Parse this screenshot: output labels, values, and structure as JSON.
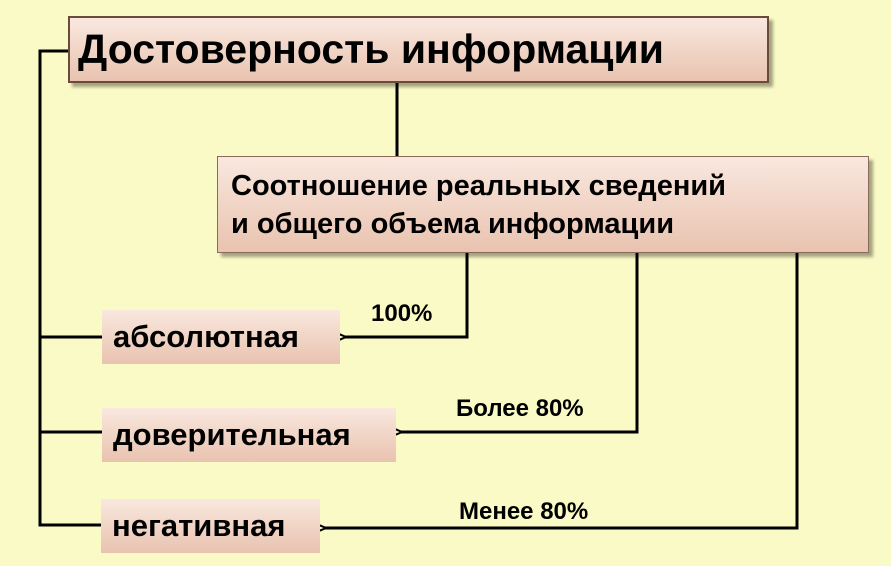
{
  "title": "Достоверность информации",
  "definition": {
    "line1": "Соотношение реальных сведений",
    "line2": "и общего объема информации"
  },
  "categories": [
    {
      "label": "абсолютная",
      "percent": "100%"
    },
    {
      "label": "доверительная",
      "percent": "Более 80%"
    },
    {
      "label": "негативная",
      "percent": "Менее 80%"
    }
  ],
  "colors": {
    "background": "#fafac6",
    "box_fill": "#f0d3c4",
    "line": "#000000"
  }
}
